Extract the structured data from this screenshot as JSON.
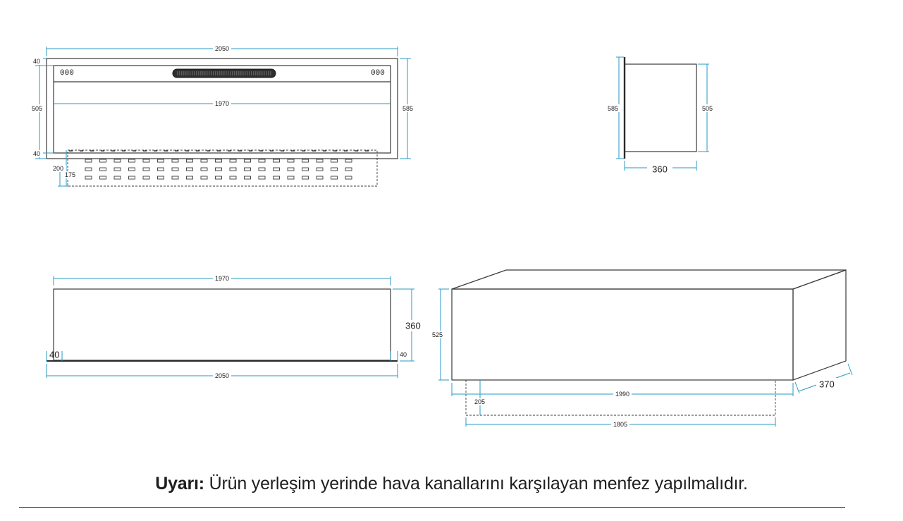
{
  "front_view": {
    "overall_width": "2050",
    "inner_width": "1970",
    "overall_height": "585",
    "body_height": "505",
    "top_frame": "40",
    "bottom_frame": "40",
    "duct_depth": "200",
    "vent_height": "175",
    "control_left": "000",
    "control_right": "000"
  },
  "side_view": {
    "overall_height": "585",
    "body_height": "505",
    "depth": "360"
  },
  "top_view": {
    "inner_width": "1970",
    "overall_width": "2050",
    "depth": "360",
    "left_offset": "40",
    "right_offset": "40"
  },
  "iso_view": {
    "height": "525",
    "duct_height": "205",
    "width": "1990",
    "duct_width": "1805",
    "depth": "370"
  },
  "notice": {
    "label": "Uyarı:",
    "text": "Ürün yerleşim yerinde hava kanallarını karşılayan menfez yapılmalıdır."
  }
}
